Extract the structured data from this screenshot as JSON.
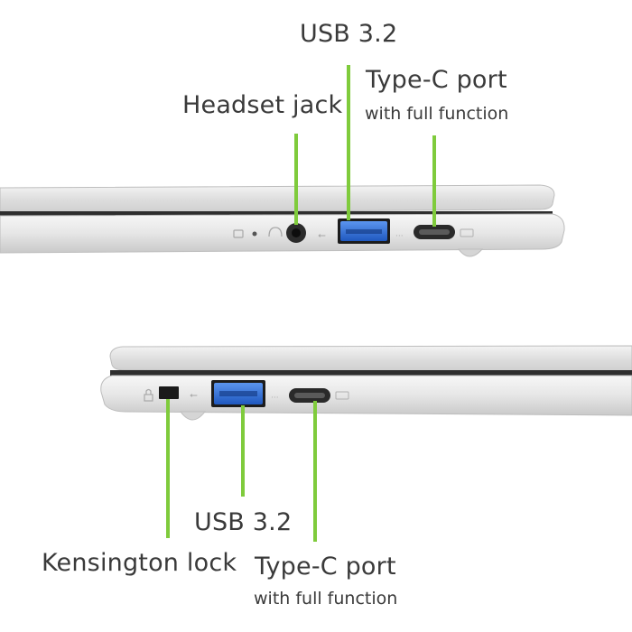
{
  "colors": {
    "callout_green": "#7fcb3c",
    "usb_blue": "#2f6fd6",
    "chassis": "#dcdcdc",
    "label_text": "#3a3a3a"
  },
  "right_side_view": {
    "usb_label": "USB 3.2",
    "headset_label": "Headset jack",
    "typec_label": "Type-C port",
    "typec_sublabel": "with full function"
  },
  "left_side_view": {
    "usb_label": "USB 3.2",
    "kensington_label": "Kensington lock",
    "typec_label": "Type-C port",
    "typec_sublabel": "with full function"
  }
}
